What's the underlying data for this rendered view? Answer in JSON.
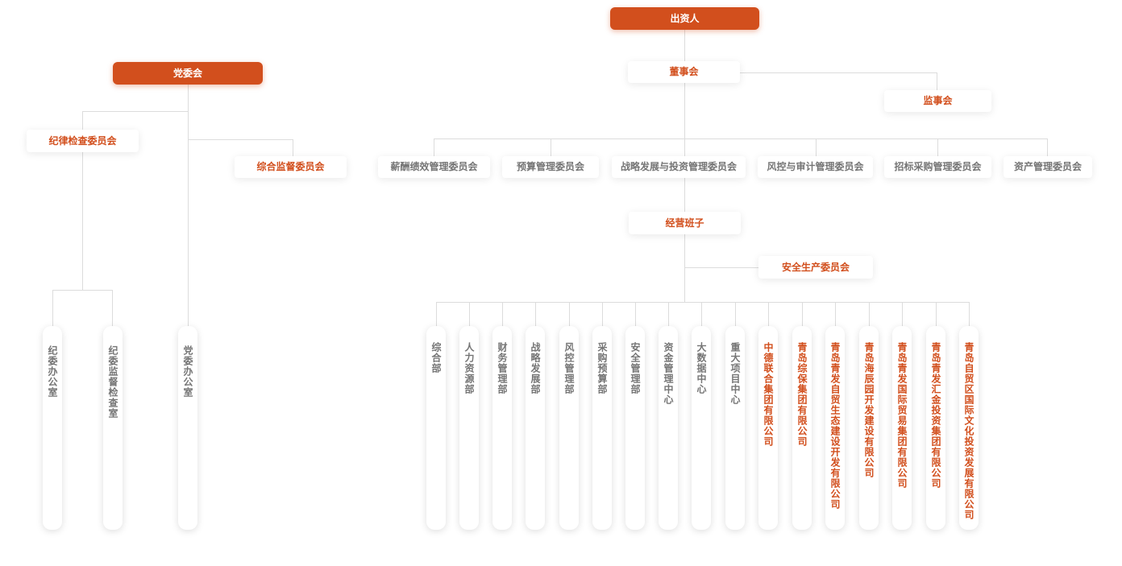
{
  "investor": "出资人",
  "party": {
    "committee": "党委会",
    "discipline_committee": "纪律检查委员会",
    "supervision_committee": "综合监督委员会",
    "offices": [
      "纪委办公室",
      "纪委监督检查室",
      "党委办公室"
    ]
  },
  "board": {
    "name": "董事会",
    "supervisory_board": "监事会",
    "committees": [
      "薪酬绩效管理委员会",
      "预算管理委员会",
      "战略发展与投资管理委员会",
      "风控与审计管理委员会",
      "招标采购管理委员会",
      "资产管理委员会"
    ]
  },
  "management": {
    "name": "经营班子",
    "safety_committee": "安全生产委员会",
    "departments": [
      "综合部",
      "人力资源部",
      "财务管理部",
      "战略发展部",
      "风控管理部",
      "采购预算部",
      "安全管理部",
      "资金管理中心",
      "大数据中心",
      "重大项目中心"
    ],
    "subsidiaries": [
      "中德联合集团有限公司",
      "青岛综保集团有限公司",
      "青岛青发自贸生态建设开发有限公司",
      "青岛海辰园开发建设有限公司",
      "青岛青发国际贸易集团有限公司",
      "青岛青发汇金投资集团有限公司",
      "青岛自贸区国际文化投资发展有限公司"
    ]
  },
  "colors": {
    "accent": "#d24f1d",
    "text_gray": "#757575",
    "connector": "#dcdcdc",
    "background": "#ffffff"
  }
}
